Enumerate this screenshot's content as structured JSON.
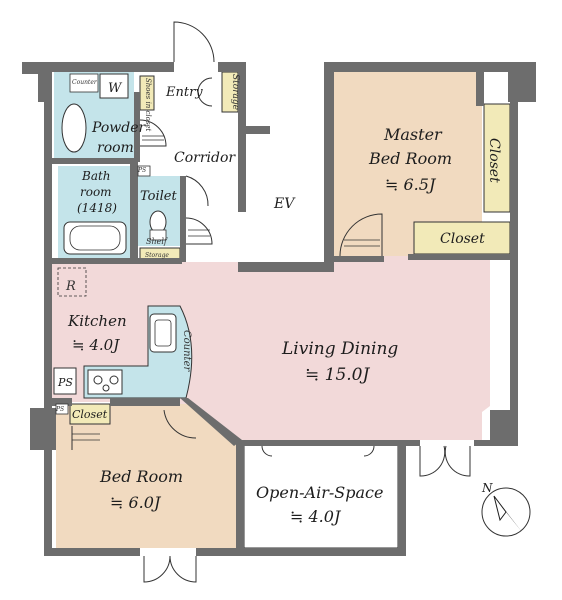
{
  "rooms": {
    "entry": "Entry",
    "storage_entry": "Storage",
    "shoes_closet": "Shoes in closet",
    "powder_room_1": "Powder",
    "powder_room_2": "room",
    "corridor": "Corridor",
    "bath_1": "Bath",
    "bath_2": "room",
    "bath_3": "(1418)",
    "toilet": "Toilet",
    "shelf": "Shelf",
    "storage_small": "Storage",
    "ev": "EV",
    "master_1": "Master",
    "master_2": "Bed Room",
    "master_size": "≒ 6.5J",
    "closet_master_vertical": "Closet",
    "closet_master_horizontal": "Closet",
    "kitchen": "Kitchen",
    "kitchen_size": "≒ 4.0J",
    "counter_vertical": "Counter",
    "counter_small": "Counter",
    "washer": "W",
    "refrigerator": "R",
    "ps_1": "PS",
    "ps_2": "PS",
    "ps_3": "PS",
    "living": "Living Dining",
    "living_size": "≒ 15.0J",
    "closet_bed": "Closet",
    "bed": "Bed Room",
    "bed_size": "≒ 6.0J",
    "open_air": "Open-Air-Space",
    "open_air_size": "≒ 4.0J"
  },
  "compass": {
    "label": "N"
  },
  "colors": {
    "wall": "#6d6d6d",
    "living_fill": "#f2d9d9",
    "master_fill": "#f1dac0",
    "bed_fill": "#f1dac0",
    "wet_fill": "#c4e4ea",
    "closet_fill": "#f2eab8",
    "outline": "#333333"
  }
}
